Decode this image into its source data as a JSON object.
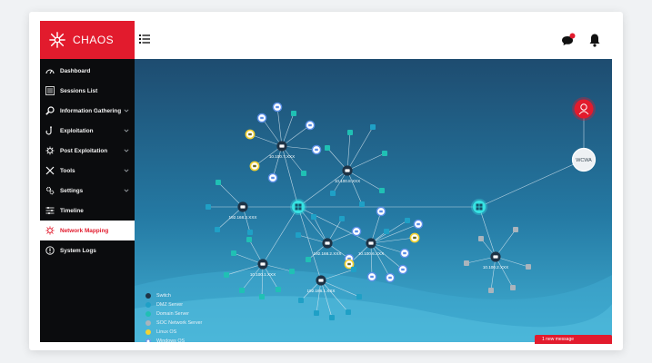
{
  "app": {
    "name": "CHAOS"
  },
  "colors": {
    "brand_red": "#e21b2d",
    "sidebar_bg": "#0b0c0e",
    "switch_color": "#1e3346",
    "hub_color": "#37e3e3",
    "dmz_color": "#1fa0c6",
    "domain_color": "#20c0b4",
    "soc_color": "#aab4bc",
    "linux_color": "#f2d233",
    "windows_color": "#5b8fe6"
  },
  "sidebar": {
    "items": [
      {
        "label": "Dashboard",
        "icon": "gauge-icon",
        "chevron": false,
        "active": false
      },
      {
        "label": "Sessions List",
        "icon": "list-icon",
        "chevron": false,
        "active": false
      },
      {
        "label": "Information Gathering",
        "icon": "search-icon",
        "chevron": true,
        "active": false
      },
      {
        "label": "Exploitation",
        "icon": "hook-icon",
        "chevron": true,
        "active": false
      },
      {
        "label": "Post Exploitation",
        "icon": "virus-icon",
        "chevron": true,
        "active": false
      },
      {
        "label": "Tools",
        "icon": "tools-icon",
        "chevron": true,
        "active": false
      },
      {
        "label": "Settings",
        "icon": "gears-icon",
        "chevron": true,
        "active": false
      },
      {
        "label": "Timeline",
        "icon": "sliders-icon",
        "chevron": false,
        "active": false
      },
      {
        "label": "Network Mapping",
        "icon": "network-icon",
        "chevron": false,
        "active": true
      },
      {
        "label": "System Logs",
        "icon": "info-icon",
        "chevron": false,
        "active": false
      }
    ]
  },
  "network": {
    "external_node_label": "WCWA",
    "subnet_labels": [
      "10.100.7.XXX",
      "10.100.8.XXX",
      "192.168.2.XXX",
      "192.168.2.XXX",
      "10.100.6.XXX",
      "10.100.1.XXX",
      "192.166.1.XXX",
      "10.100.2.XXX"
    ]
  },
  "legend": [
    {
      "label": "Switch",
      "color_key": "switch_color"
    },
    {
      "label": "DMZ Server",
      "color_key": "dmz_color"
    },
    {
      "label": "Domain Server",
      "color_key": "domain_color"
    },
    {
      "label": "SOC Network Server",
      "color_key": "soc_color"
    },
    {
      "label": "Linux OS",
      "color_key": "linux_color"
    },
    {
      "label": "Windows OS",
      "color_key": "windows_color"
    }
  ],
  "toast": {
    "label": "1 new message"
  }
}
